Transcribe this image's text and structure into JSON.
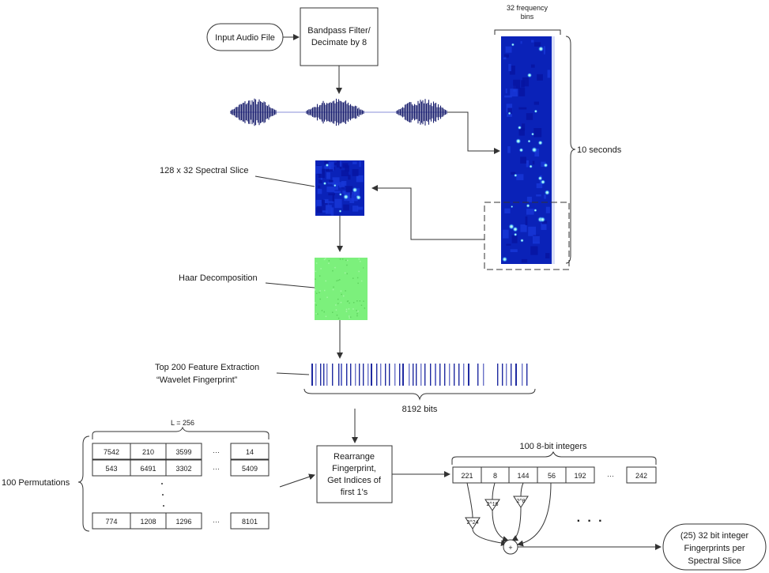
{
  "nodes": {
    "input": "Input Audio File",
    "bandpass_1": "Bandpass Filter/",
    "bandpass_2": "Decimate by 8",
    "freq_bins_1": "32 frequency",
    "freq_bins_2": "bins",
    "ten_seconds": "10 seconds",
    "spectral_slice": "128 x 32 Spectral Slice",
    "haar": "Haar Decomposition",
    "top200_1": "Top 200 Feature Extraction",
    "top200_2": "“Wavelet Fingerprint”",
    "bits": "8192 bits",
    "L": "L = 256",
    "permutations": "100 Permutations",
    "rearrange_1": "Rearrange",
    "rearrange_2": "Fingerprint,",
    "rearrange_3": "Get Indices of",
    "rearrange_4": "first 1's",
    "ints_label": "100 8-bit integers",
    "output_1": "(25) 32 bit integer",
    "output_2": "Fingerprints per",
    "output_3": "Spectral Slice",
    "plus": "+",
    "weights": [
      "2^24",
      "2^16",
      "2^8"
    ]
  },
  "perm_rows": [
    [
      "7542",
      "210",
      "3599",
      "···",
      "14"
    ],
    [
      "543",
      "6491",
      "3302",
      "···",
      "5409"
    ],
    [
      "774",
      "1208",
      "1296",
      "···",
      "8101"
    ]
  ],
  "int_cells": [
    "221",
    "8",
    "144",
    "56",
    "192",
    "···",
    "242"
  ],
  "ellipsis_big": "· · ·",
  "colors": {
    "spectrogram_bg": "#0a22b8",
    "spectrogram_hot": "#6fe6ff",
    "haar_green": "#7cf07c",
    "waveform": "#1a1f6e",
    "barcode": "#1f2aa0"
  }
}
